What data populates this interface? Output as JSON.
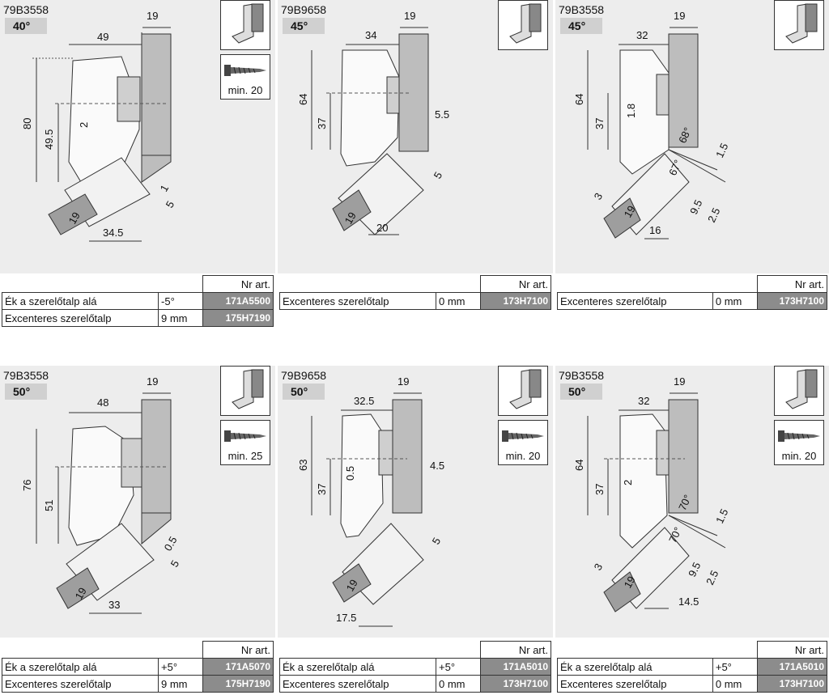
{
  "header_label": "Nr art.",
  "panels": [
    {
      "model": "79B3558",
      "angle": "40°",
      "screw_length": "min. 20",
      "dims": [
        "19",
        "49",
        "80",
        "49.5",
        "2",
        "1",
        "5",
        "19",
        "34.5"
      ],
      "rows": [
        {
          "label": "Ék a szerelőtalp alá",
          "value": "-5°",
          "code": "171A5500"
        },
        {
          "label": "Excenteres szerelőtalp",
          "value": "9 mm",
          "code": "175H7190"
        }
      ]
    },
    {
      "model": "79B9658",
      "angle": "45°",
      "screw_length": "",
      "dims": [
        "19",
        "34",
        "64",
        "37",
        "5.5",
        "5",
        "19",
        "20"
      ],
      "rows": [
        {
          "label": "Excenteres szerelőtalp",
          "value": "0 mm",
          "code": "173H7100"
        }
      ]
    },
    {
      "model": "79B3558",
      "angle": "45°",
      "screw_length": "",
      "dims": [
        "19",
        "32",
        "64",
        "37",
        "1.8",
        "68°",
        "1.5",
        "67°",
        "3",
        "19",
        "9.5",
        "2.5",
        "16"
      ],
      "rows": [
        {
          "label": "Excenteres szerelőtalp",
          "value": "0 mm",
          "code": "173H7100"
        }
      ]
    },
    {
      "model": "79B3558",
      "angle": "50°",
      "screw_length": "min. 25",
      "dims": [
        "19",
        "48",
        "76",
        "51",
        "0.5",
        "5",
        "19",
        "33"
      ],
      "rows": [
        {
          "label": "Ék a szerelőtalp alá",
          "value": "+5°",
          "code": "171A5070"
        },
        {
          "label": "Excenteres szerelőtalp",
          "value": "9 mm",
          "code": "175H7190"
        }
      ]
    },
    {
      "model": "79B9658",
      "angle": "50°",
      "screw_length": "min. 20",
      "dims": [
        "19",
        "32.5",
        "63",
        "37",
        "0.5",
        "4.5",
        "5",
        "19",
        "17.5"
      ],
      "rows": [
        {
          "label": "Ék a szerelőtalp alá",
          "value": "+5°",
          "code": "171A5010"
        },
        {
          "label": "Excenteres szerelőtalp",
          "value": "0 mm",
          "code": "173H7100"
        }
      ]
    },
    {
      "model": "79B3558",
      "angle": "50°",
      "screw_length": "min. 20",
      "dims": [
        "19",
        "32",
        "64",
        "37",
        "2",
        "70°",
        "1.5",
        "70°",
        "3",
        "19",
        "9.5",
        "2.5",
        "14.5"
      ],
      "rows": [
        {
          "label": "Ék a szerelőtalp alá",
          "value": "+5°",
          "code": "171A5010"
        },
        {
          "label": "Excenteres szerelőtalp",
          "value": "0 mm",
          "code": "173H7100"
        }
      ]
    }
  ]
}
